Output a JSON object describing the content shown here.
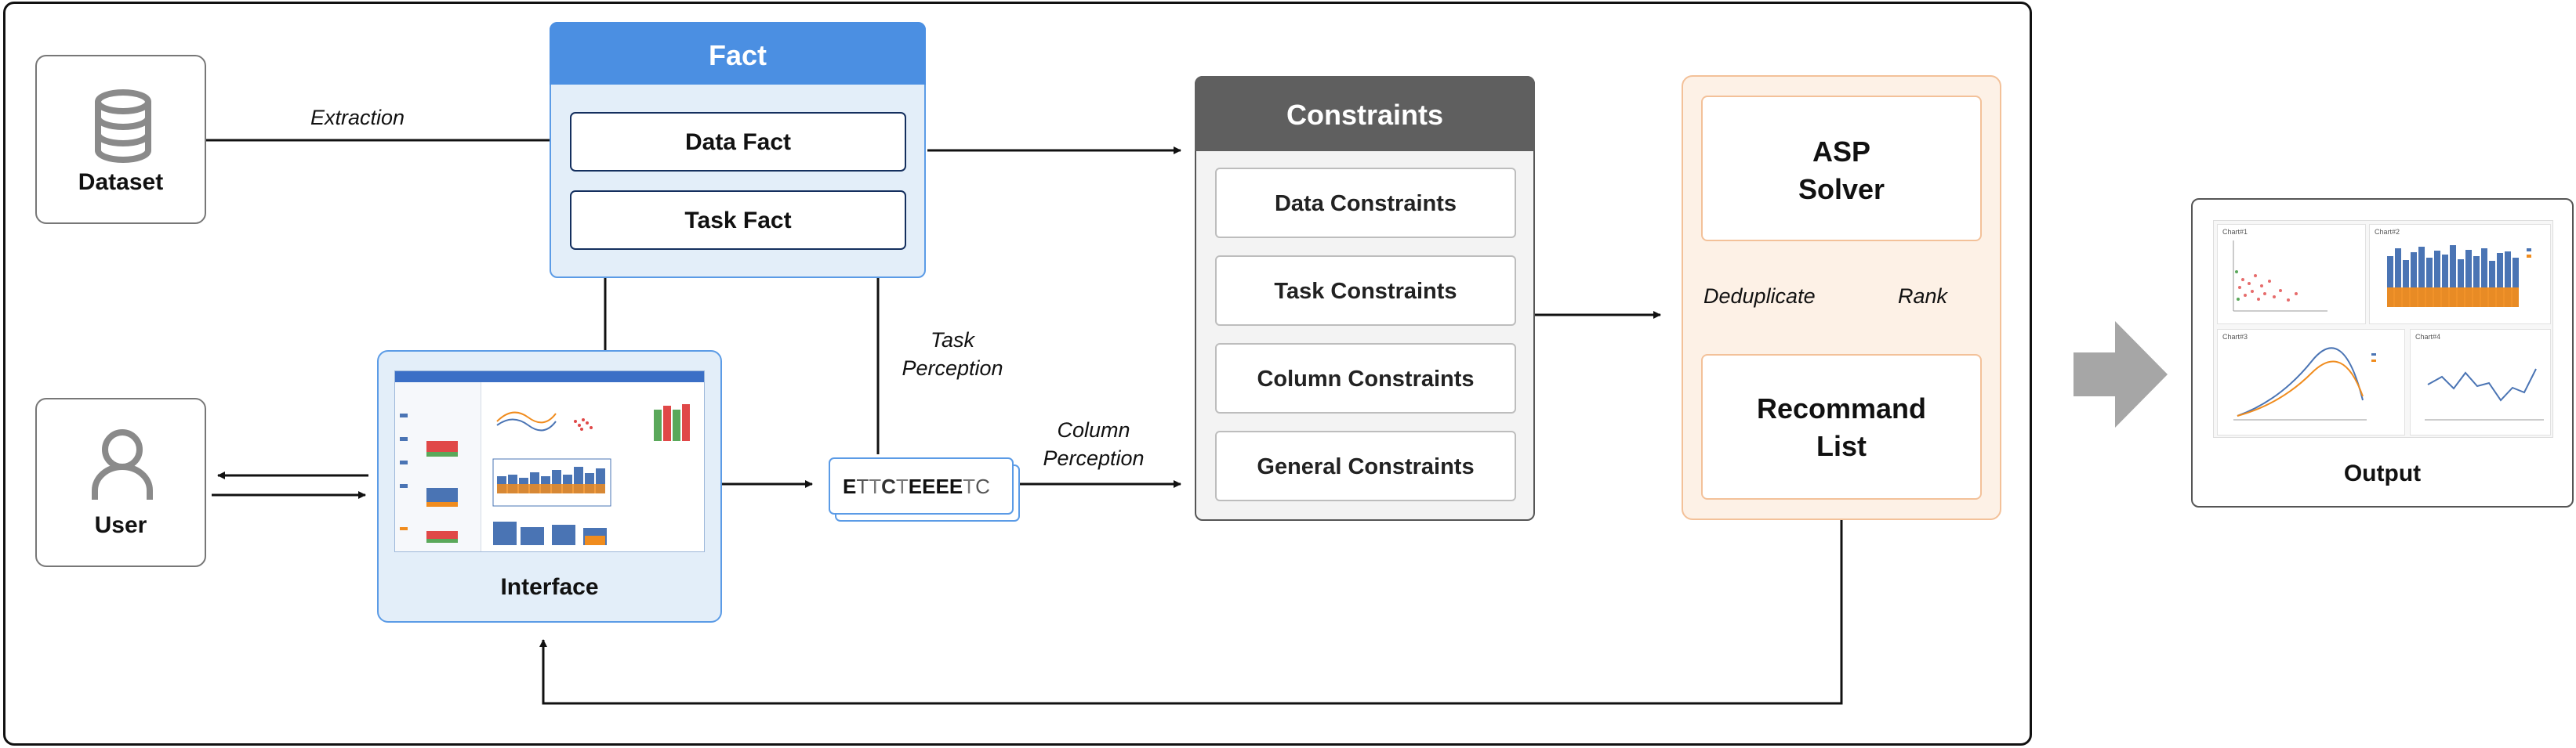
{
  "nodes": {
    "dataset": "Dataset",
    "user": "User",
    "interface": "Interface",
    "fact_title": "Fact",
    "data_fact": "Data Fact",
    "task_fact": "Task Fact",
    "constraints_title": "Constraints",
    "data_constraints": "Data Constraints",
    "task_constraints": "Task Constraints",
    "column_constraints": "Column Constraints",
    "general_constraints": "General Constraints",
    "asp_solver": [
      "ASP",
      "Solver"
    ],
    "recommand_list": [
      "Recommand",
      "List"
    ],
    "output": "Output"
  },
  "edges": {
    "extraction": "Extraction",
    "task_perception": [
      "Task",
      "Perception"
    ],
    "column_perception": [
      "Column",
      "Perception"
    ],
    "deduplicate": "Deduplicate",
    "rank": "Rank"
  },
  "sequence": "ETTCTEEEETC",
  "output_charts": [
    "Chart#1",
    "Chart#2",
    "Chart#3",
    "Chart#4"
  ],
  "colors": {
    "fact_header": "#4b8fe2",
    "constraints_header": "#5f5f5f",
    "solver_bg": "#fdf1e6",
    "solver_border": "#f3c199",
    "interface_bg": "#e3eef9",
    "bar_blue": "#4a74b4",
    "bar_orange": "#f08c1e",
    "bar_green": "#5aa85a",
    "bar_red": "#e04848"
  }
}
